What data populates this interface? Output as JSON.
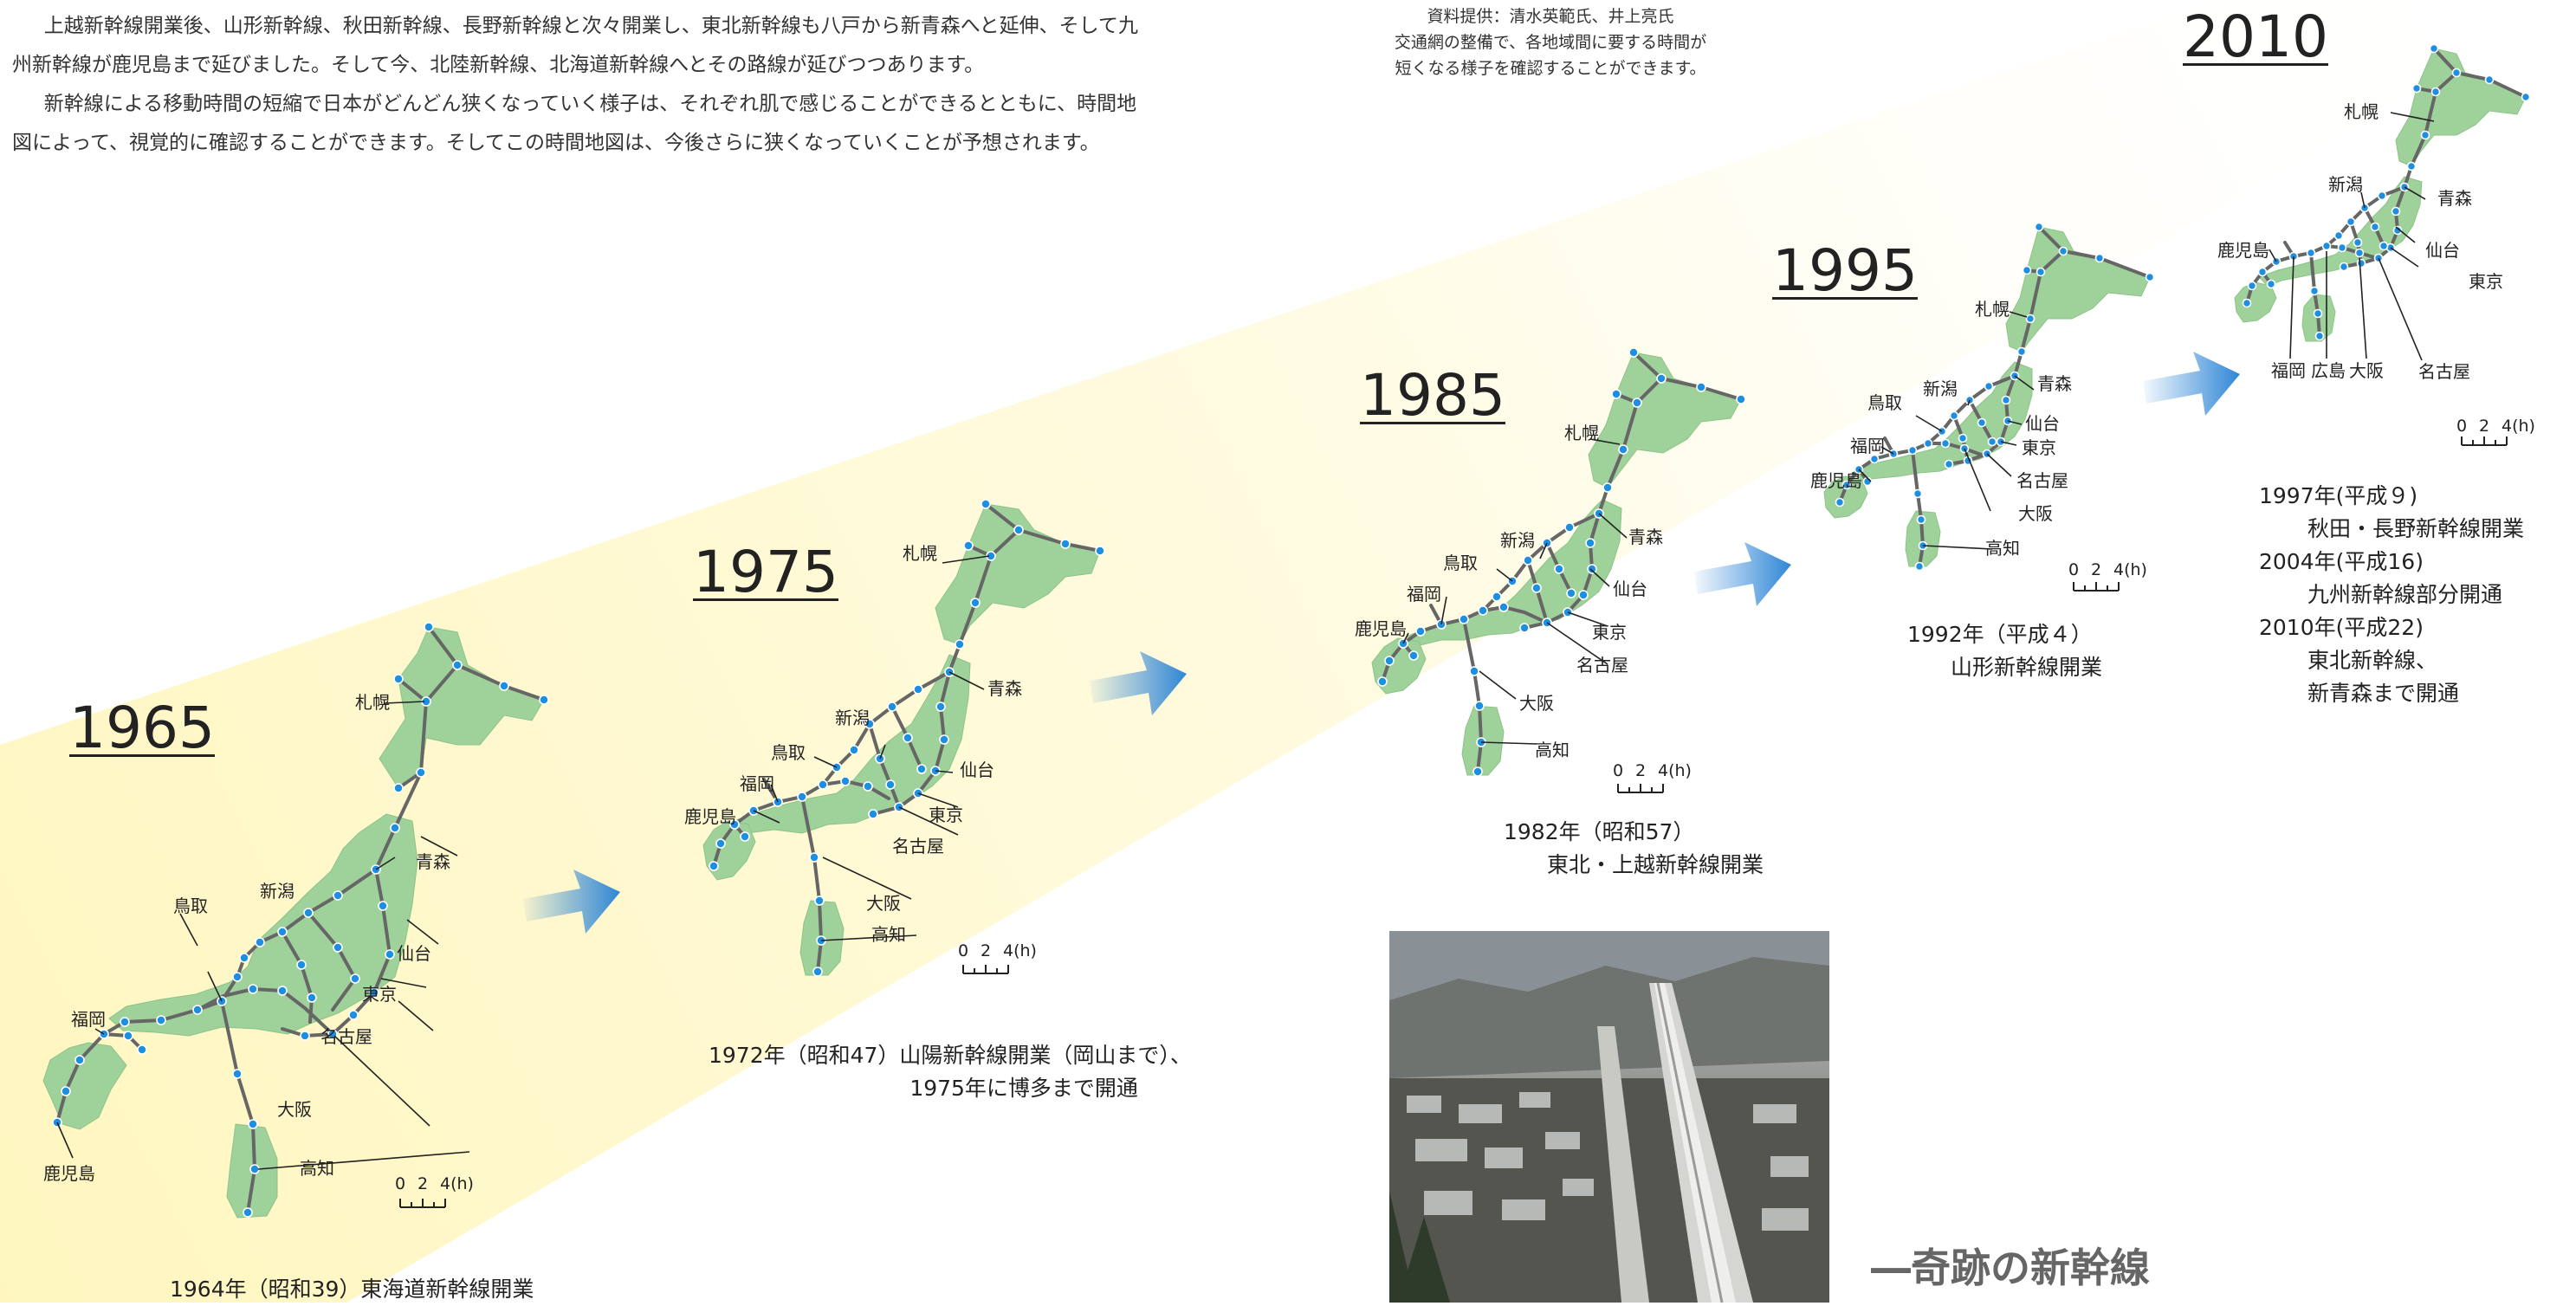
{
  "intro": {
    "paragraph1": "上越新幹線開業後、山形新幹線、秋田新幹線、長野新幹線と次々開業し、東北新幹線も八戸から新青森へと延伸、そして九州新幹線が鹿児島まで延びました。そして今、北陸新幹線、北海道新幹線へとその路線が延びつつあります。",
    "paragraph2": "新幹線による移動時間の短縮で日本がどんどん狭くなっていく様子は、それぞれ肌で感じることができるとともに、時間地図によって、視覚的に確認することができます。そしてこの時間地図は、今後さらに狭くなっていくことが予想されます。"
  },
  "credit": {
    "line1": "資料提供：清水英範氏、井上亮氏",
    "line2": "交通網の整備で、各地域間に要する時間が",
    "line3": "短くなる様子を確認することができます。"
  },
  "colors": {
    "land": "#9ed29a",
    "rail": "#666666",
    "station": "#1e8fe0",
    "band": "#fff7c4",
    "arrow": "#2f86d6"
  },
  "scale": {
    "ticks": [
      "0",
      "2",
      "4(h)"
    ]
  },
  "maps": [
    {
      "year": "1965",
      "caption": [
        "1964年（昭和39）東海道新幹線開業"
      ],
      "cities": {
        "sapporo": "札幌",
        "aomori": "青森",
        "niigata": "新潟",
        "sendai": "仙台",
        "tottori": "鳥取",
        "tokyo": "東京",
        "fukuoka": "福岡",
        "nagoya": "名古屋",
        "osaka": "大阪",
        "kochi": "高知",
        "kagoshima": "鹿児島"
      }
    },
    {
      "year": "1975",
      "caption": [
        "1972年（昭和47）山陽新幹線開業（岡山まで）、",
        "1975年に博多まで開通"
      ],
      "cities": {
        "sapporo": "札幌",
        "aomori": "青森",
        "niigata": "新潟",
        "sendai": "仙台",
        "tottori": "鳥取",
        "tokyo": "東京",
        "fukuoka": "福岡",
        "nagoya": "名古屋",
        "kagoshima": "鹿児島",
        "osaka": "大阪",
        "kochi": "高知"
      }
    },
    {
      "year": "1985",
      "caption": [
        "1982年（昭和57）",
        "東北・上越新幹線開業"
      ],
      "cities": {
        "sapporo": "札幌",
        "aomori": "青森",
        "niigata": "新潟",
        "sendai": "仙台",
        "tottori": "鳥取",
        "fukuoka": "福岡",
        "tokyo": "東京",
        "kagoshima": "鹿児島",
        "nagoya": "名古屋",
        "osaka": "大阪",
        "kochi": "高知"
      }
    },
    {
      "year": "1995",
      "caption": [
        "1992年（平成４）",
        "山形新幹線開業"
      ],
      "cities": {
        "sapporo": "札幌",
        "aomori": "青森",
        "niigata": "新潟",
        "tottori": "鳥取",
        "sendai": "仙台",
        "fukuoka": "福岡",
        "tokyo": "東京",
        "kagoshima": "鹿児島",
        "nagoya": "名古屋",
        "osaka": "大阪",
        "kochi": "高知"
      }
    },
    {
      "year": "2010",
      "caption": [
        "1997年(平成９)",
        "秋田・長野新幹線開業",
        "2004年(平成16)",
        "九州新幹線部分開通",
        "2010年(平成22)",
        "東北新幹線、",
        "新青森まで開通"
      ],
      "cities": {
        "sapporo": "札幌",
        "niigata": "新潟",
        "aomori": "青森",
        "kagoshima": "鹿児島",
        "sendai": "仙台",
        "tokyo": "東京",
        "fukuoka": "福岡",
        "hiroshima": "広島",
        "osaka": "大阪",
        "nagoya": "名古屋"
      }
    }
  ],
  "footer": {
    "title": "―奇跡の新幹線"
  }
}
